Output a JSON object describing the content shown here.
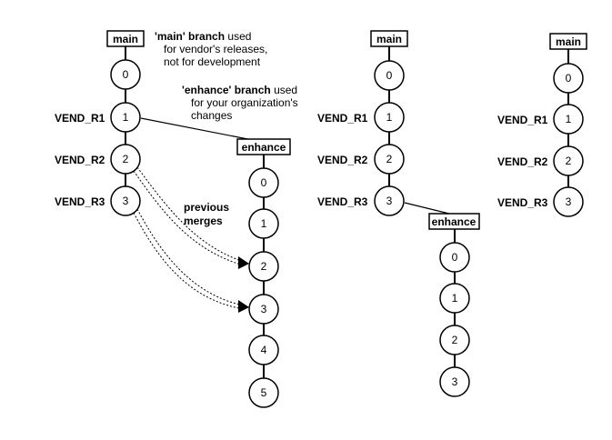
{
  "branches": {
    "main": "main",
    "enhance": "enhance"
  },
  "vendor_tags": [
    "VEND_R1",
    "VEND_R2",
    "VEND_R3"
  ],
  "diagram1": {
    "main_nodes": [
      "0",
      "1",
      "2",
      "3"
    ],
    "enhance_nodes": [
      "0",
      "1",
      "2",
      "3",
      "4",
      "5"
    ],
    "note_main": {
      "bold": "'main' branch",
      "rest1": " used",
      "line2": "for vendor's releases,",
      "line3": "not for development"
    },
    "note_enhance": {
      "bold": "'enhance' branch",
      "rest1": " used",
      "line2": "for your organization's",
      "line3": "changes"
    },
    "merges_label": [
      "previous",
      "merges"
    ]
  },
  "diagram2": {
    "main_nodes": [
      "0",
      "1",
      "2",
      "3"
    ],
    "enhance_nodes": [
      "0",
      "1",
      "2",
      "3"
    ]
  },
  "diagram3": {
    "main_nodes": [
      "0",
      "1",
      "2",
      "3"
    ]
  },
  "colors": {
    "stroke": "#000000",
    "fill": "#ffffff"
  }
}
